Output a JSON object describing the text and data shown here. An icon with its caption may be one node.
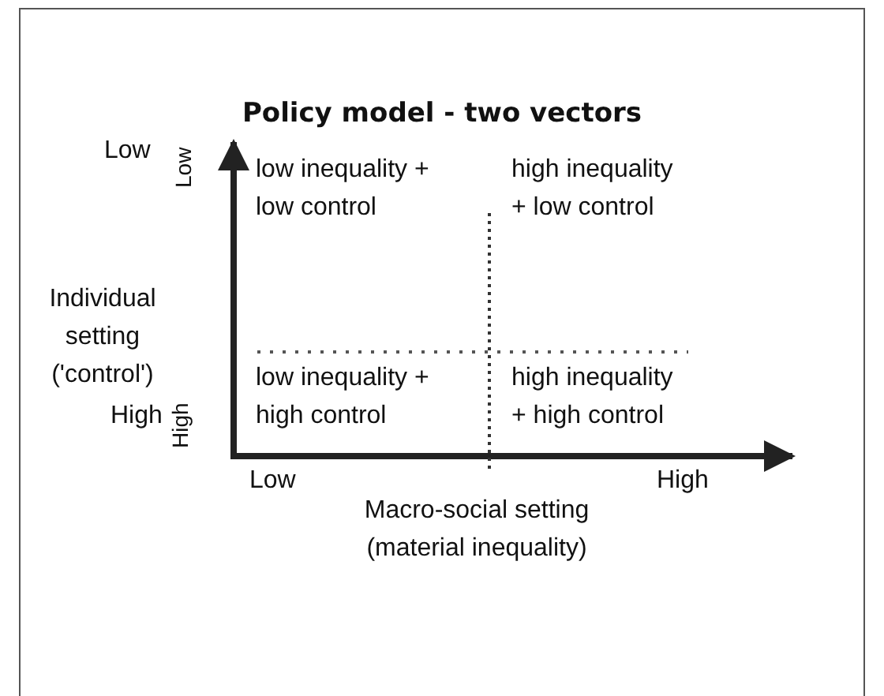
{
  "diagram": {
    "title": "Policy model - two vectors",
    "labels": [
      "Low",
      "Low",
      "low inequality + low control",
      "high inequality + low control",
      "Individual setting ('control')",
      "low inequality + high control",
      "high inequality + high control",
      "High",
      "High",
      "Low",
      "High",
      "Macro-social setting (material inequality)"
    ]
  }
}
